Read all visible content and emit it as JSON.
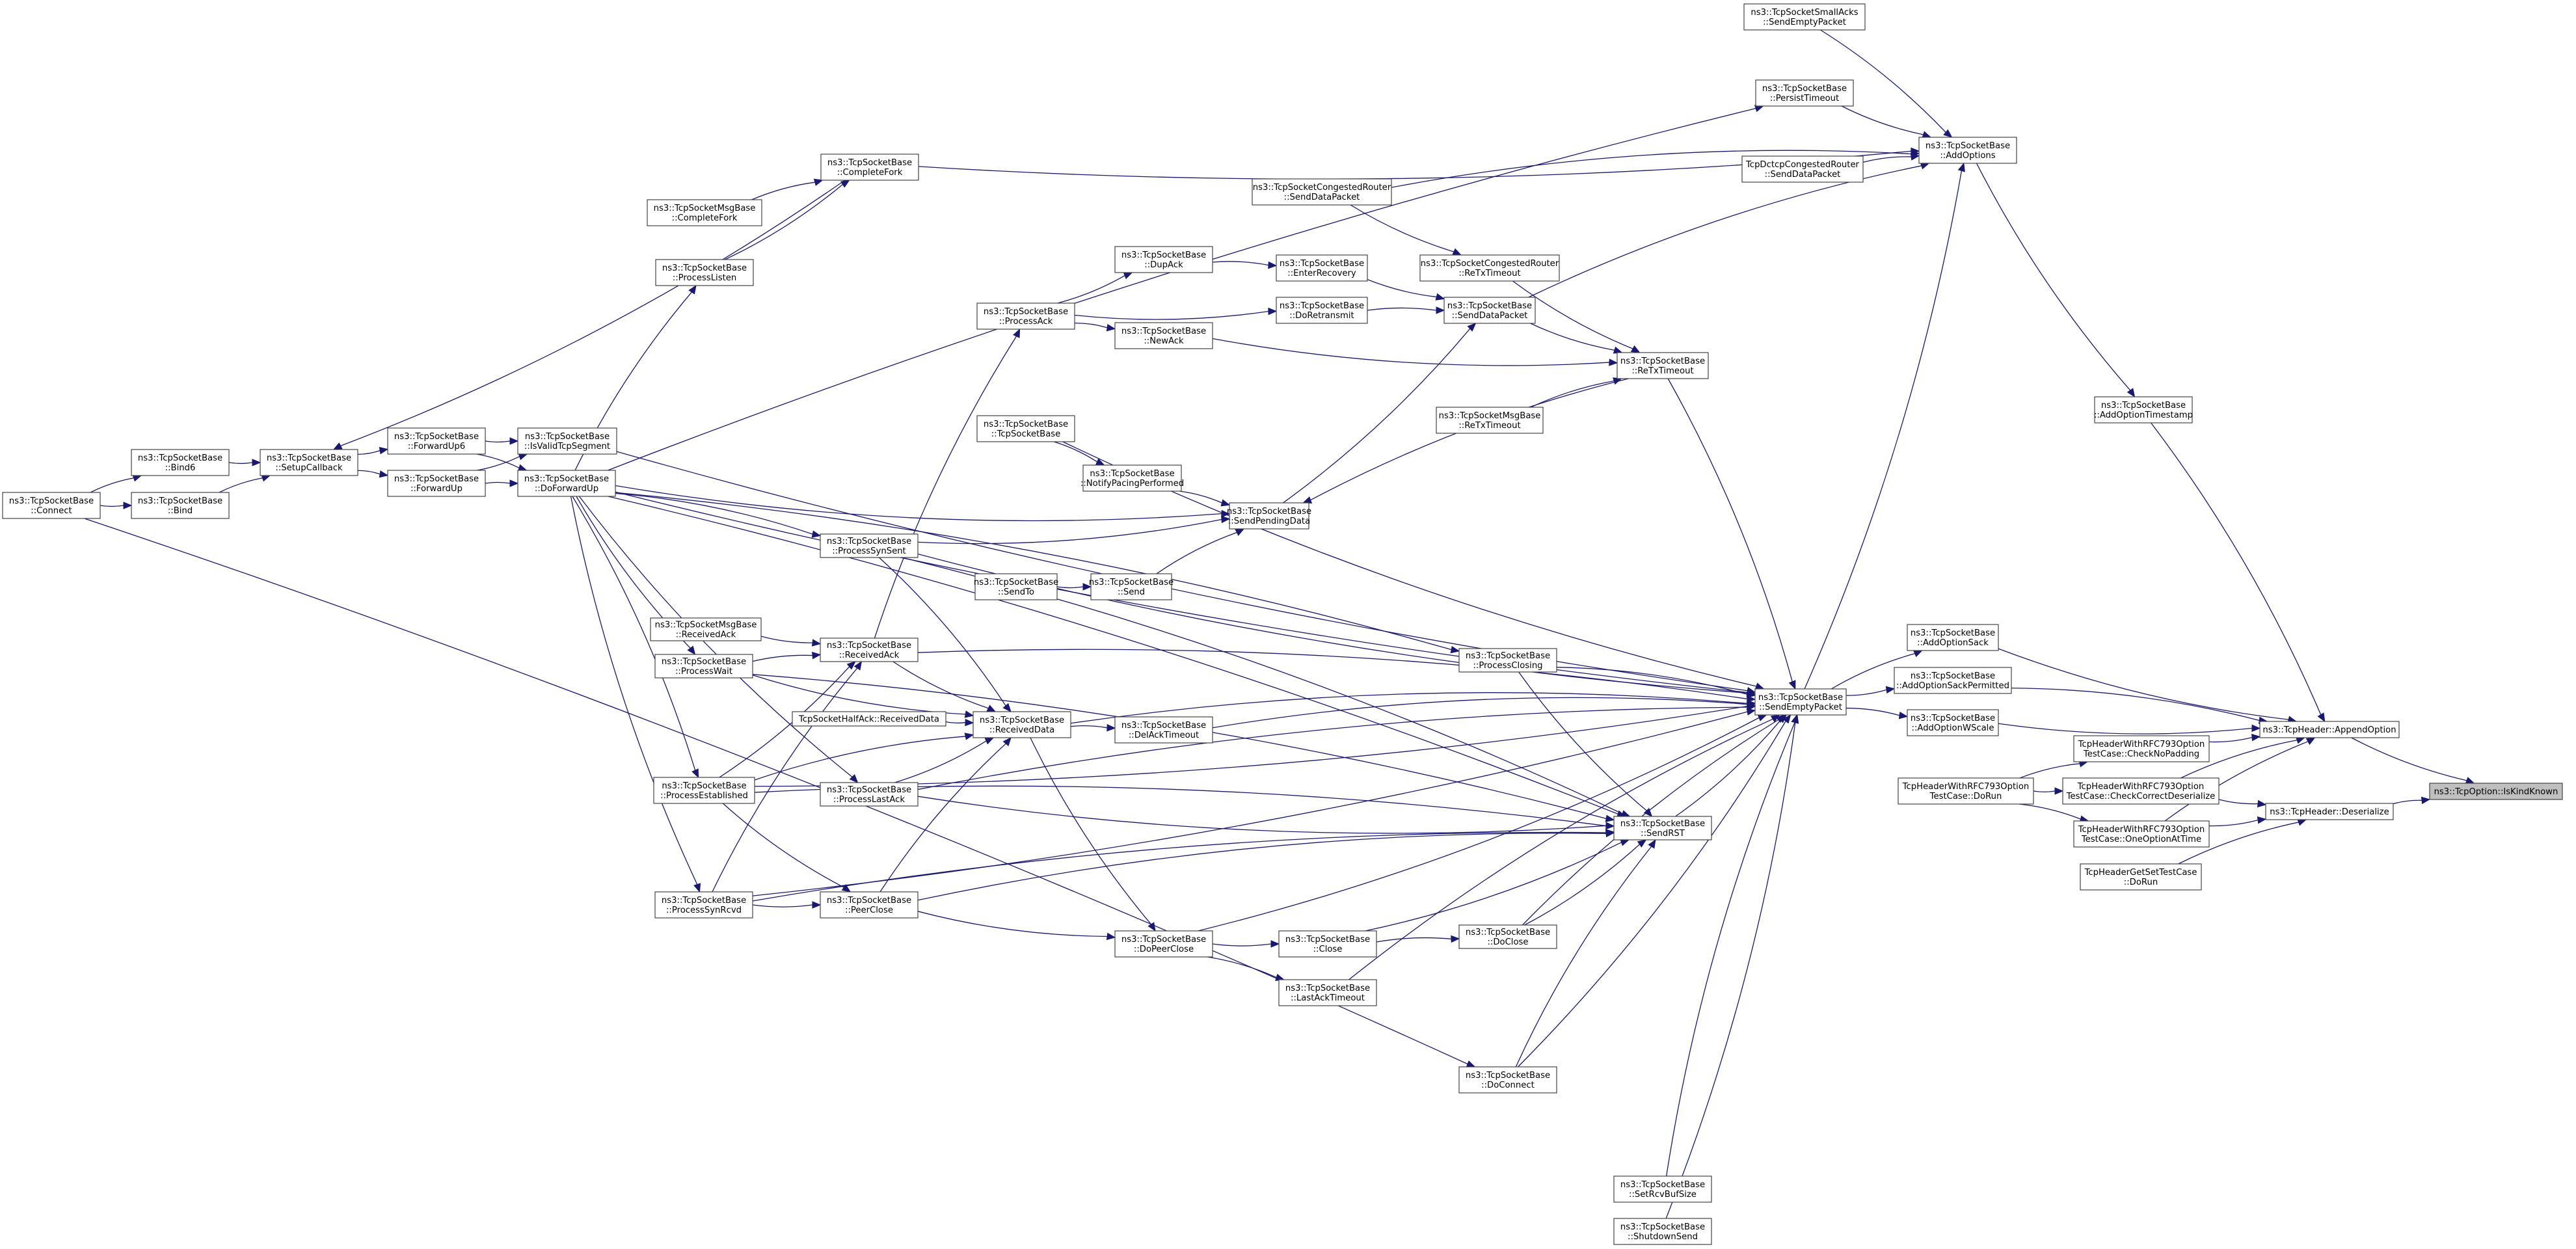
{
  "title": "Caller graph of ns3::TcpOption::IsKindKnown",
  "colors": {
    "edge": "#191970",
    "node_border": "#444444",
    "root_fill": "#bfbfbf",
    "node_fill": "#ffffff"
  },
  "root": "isKindKnown",
  "nodes": [
    {
      "id": "connect",
      "lines": [
        "ns3::TcpSocketBase",
        "::Connect"
      ]
    },
    {
      "id": "bind6",
      "lines": [
        "ns3::TcpSocketBase",
        "::Bind6"
      ]
    },
    {
      "id": "bind",
      "lines": [
        "ns3::TcpSocketBase",
        "::Bind"
      ]
    },
    {
      "id": "setupCallback",
      "lines": [
        "ns3::TcpSocketBase",
        "::SetupCallback"
      ]
    },
    {
      "id": "forwardUp6",
      "lines": [
        "ns3::TcpSocketBase",
        "::ForwardUp6"
      ]
    },
    {
      "id": "forwardUp",
      "lines": [
        "ns3::TcpSocketBase",
        "::ForwardUp"
      ]
    },
    {
      "id": "isValidTcpSegment",
      "lines": [
        "ns3::TcpSocketBase",
        "::IsValidTcpSegment"
      ]
    },
    {
      "id": "doForwardUp",
      "lines": [
        "ns3::TcpSocketBase",
        "::DoForwardUp"
      ]
    },
    {
      "id": "msgCompleteFork",
      "lines": [
        "ns3::TcpSocketMsgBase",
        "::CompleteFork"
      ]
    },
    {
      "id": "processListen",
      "lines": [
        "ns3::TcpSocketBase",
        "::ProcessListen"
      ]
    },
    {
      "id": "completeFork",
      "lines": [
        "ns3::TcpSocketBase",
        "::CompleteFork"
      ]
    },
    {
      "id": "msgReceivedAck",
      "lines": [
        "ns3::TcpSocketMsgBase",
        "::ReceivedAck"
      ]
    },
    {
      "id": "processWait",
      "lines": [
        "ns3::TcpSocketBase",
        "::ProcessWait"
      ]
    },
    {
      "id": "processEstablished",
      "lines": [
        "ns3::TcpSocketBase",
        "::ProcessEstablished"
      ]
    },
    {
      "id": "processSynRcvd",
      "lines": [
        "ns3::TcpSocketBase",
        "::ProcessSynRcvd"
      ]
    },
    {
      "id": "processSynSent",
      "lines": [
        "ns3::TcpSocketBase",
        "::ProcessSynSent"
      ]
    },
    {
      "id": "receivedAck",
      "lines": [
        "ns3::TcpSocketBase",
        "::ReceivedAck"
      ]
    },
    {
      "id": "halfAckReceivedData",
      "lines": [
        "TcpSocketHalfAck::ReceivedData"
      ]
    },
    {
      "id": "receivedData",
      "lines": [
        "ns3::TcpSocketBase",
        "::ReceivedData"
      ]
    },
    {
      "id": "processLastAck",
      "lines": [
        "ns3::TcpSocketBase",
        "::ProcessLastAck"
      ]
    },
    {
      "id": "peerClose",
      "lines": [
        "ns3::TcpSocketBase",
        "::PeerClose"
      ]
    },
    {
      "id": "processAck",
      "lines": [
        "ns3::TcpSocketBase",
        "::ProcessAck"
      ]
    },
    {
      "id": "tcpSocketBaseCtor",
      "lines": [
        "ns3::TcpSocketBase",
        "::TcpSocketBase"
      ]
    },
    {
      "id": "sendTo",
      "lines": [
        "ns3::TcpSocketBase",
        "::SendTo"
      ]
    },
    {
      "id": "dupAck",
      "lines": [
        "ns3::TcpSocketBase",
        "::DupAck"
      ]
    },
    {
      "id": "newAck",
      "lines": [
        "ns3::TcpSocketBase",
        "::NewAck"
      ]
    },
    {
      "id": "notifyPacing",
      "lines": [
        "ns3::TcpSocketBase",
        "::NotifyPacingPerformed"
      ]
    },
    {
      "id": "send",
      "lines": [
        "ns3::TcpSocketBase",
        "::Send"
      ]
    },
    {
      "id": "delAckTimeout",
      "lines": [
        "ns3::TcpSocketBase",
        "::DelAckTimeout"
      ]
    },
    {
      "id": "doPeerClose",
      "lines": [
        "ns3::TcpSocketBase",
        "::DoPeerClose"
      ]
    },
    {
      "id": "congRouterSendData",
      "lines": [
        "ns3::TcpSocketCongestedRouter",
        "::SendDataPacket"
      ]
    },
    {
      "id": "enterRecovery",
      "lines": [
        "ns3::TcpSocketBase",
        "::EnterRecovery"
      ]
    },
    {
      "id": "doRetransmit",
      "lines": [
        "ns3::TcpSocketBase",
        "::DoRetransmit"
      ]
    },
    {
      "id": "sendPendingData",
      "lines": [
        "ns3::TcpSocketBase",
        "::SendPendingData"
      ]
    },
    {
      "id": "close",
      "lines": [
        "ns3::TcpSocketBase",
        "::Close"
      ]
    },
    {
      "id": "lastAckTimeout",
      "lines": [
        "ns3::TcpSocketBase",
        "::LastAckTimeout"
      ]
    },
    {
      "id": "congRouterReTx",
      "lines": [
        "ns3::TcpSocketCongestedRouter",
        "::ReTxTimeout"
      ]
    },
    {
      "id": "sendDataPacket",
      "lines": [
        "ns3::TcpSocketBase",
        "::SendDataPacket"
      ]
    },
    {
      "id": "msgReTxTimeout",
      "lines": [
        "ns3::TcpSocketMsgBase",
        "::ReTxTimeout"
      ]
    },
    {
      "id": "processClosing",
      "lines": [
        "ns3::TcpSocketBase",
        "::ProcessClosing"
      ]
    },
    {
      "id": "doClose",
      "lines": [
        "ns3::TcpSocketBase",
        "::DoClose"
      ]
    },
    {
      "id": "doConnect",
      "lines": [
        "ns3::TcpSocketBase",
        "::DoConnect"
      ]
    },
    {
      "id": "reTxTimeout",
      "lines": [
        "ns3::TcpSocketBase",
        "::ReTxTimeout"
      ]
    },
    {
      "id": "sendRST",
      "lines": [
        "ns3::TcpSocketBase",
        "::SendRST"
      ]
    },
    {
      "id": "setRcvBufSize",
      "lines": [
        "ns3::TcpSocketBase",
        "::SetRcvBufSize"
      ]
    },
    {
      "id": "shutdownSend",
      "lines": [
        "ns3::TcpSocketBase",
        "::ShutdownSend"
      ]
    },
    {
      "id": "smallAcksSendEmpty",
      "lines": [
        "ns3::TcpSocketSmallAcks",
        "::SendEmptyPacket"
      ]
    },
    {
      "id": "persistTimeout",
      "lines": [
        "ns3::TcpSocketBase",
        "::PersistTimeout"
      ]
    },
    {
      "id": "dctcpSendData",
      "lines": [
        "TcpDctcpCongestedRouter",
        "::SendDataPacket"
      ]
    },
    {
      "id": "addOptions",
      "lines": [
        "ns3::TcpSocketBase",
        "::AddOptions"
      ]
    },
    {
      "id": "sendEmptyPacket",
      "lines": [
        "ns3::TcpSocketBase",
        "::SendEmptyPacket"
      ]
    },
    {
      "id": "addOptionTimestamp",
      "lines": [
        "ns3::TcpSocketBase",
        "::AddOptionTimestamp"
      ]
    },
    {
      "id": "addOptionSack",
      "lines": [
        "ns3::TcpSocketBase",
        "::AddOptionSack"
      ]
    },
    {
      "id": "addOptionSackPermitted",
      "lines": [
        "ns3::TcpSocketBase",
        "::AddOptionSackPermitted"
      ]
    },
    {
      "id": "addOptionWScale",
      "lines": [
        "ns3::TcpSocketBase",
        "::AddOptionWScale"
      ]
    },
    {
      "id": "rfcDoRun",
      "lines": [
        "TcpHeaderWithRFC793Option",
        "TestCase::DoRun"
      ]
    },
    {
      "id": "rfcCheckNoPadding",
      "lines": [
        "TcpHeaderWithRFC793Option",
        "TestCase::CheckNoPadding"
      ]
    },
    {
      "id": "rfcCheckCorrectDeserialize",
      "lines": [
        "TcpHeaderWithRFC793Option",
        "TestCase::CheckCorrectDeserialize"
      ]
    },
    {
      "id": "rfcOneOptionAtTime",
      "lines": [
        "TcpHeaderWithRFC793Option",
        "TestCase::OneOptionAtTime"
      ]
    },
    {
      "id": "getSetDoRun",
      "lines": [
        "TcpHeaderGetSetTestCase",
        "::DoRun"
      ]
    },
    {
      "id": "appendOption",
      "lines": [
        "ns3::TcpHeader::AppendOption"
      ]
    },
    {
      "id": "deserialize",
      "lines": [
        "ns3::TcpHeader::Deserialize"
      ]
    },
    {
      "id": "isKindKnown",
      "lines": [
        "ns3::TcpOption::IsKindKnown"
      ]
    }
  ],
  "edges": [
    [
      "connect",
      "bind6"
    ],
    [
      "connect",
      "bind"
    ],
    [
      "connect",
      "doConnect"
    ],
    [
      "bind6",
      "setupCallback"
    ],
    [
      "bind",
      "setupCallback"
    ],
    [
      "setupCallback",
      "forwardUp6"
    ],
    [
      "setupCallback",
      "forwardUp"
    ],
    [
      "forwardUp6",
      "isValidTcpSegment"
    ],
    [
      "forwardUp6",
      "doForwardUp"
    ],
    [
      "forwardUp",
      "isValidTcpSegment"
    ],
    [
      "forwardUp",
      "doForwardUp"
    ],
    [
      "isValidTcpSegment",
      "sendEmptyPacket"
    ],
    [
      "completeFork",
      "setupCallback"
    ],
    [
      "completeFork",
      "addOptions"
    ],
    [
      "msgCompleteFork",
      "completeFork"
    ],
    [
      "processListen",
      "completeFork"
    ],
    [
      "doForwardUp",
      "processListen"
    ],
    [
      "doForwardUp",
      "processWait"
    ],
    [
      "doForwardUp",
      "processEstablished"
    ],
    [
      "doForwardUp",
      "processSynRcvd"
    ],
    [
      "doForwardUp",
      "processSynSent"
    ],
    [
      "doForwardUp",
      "processLastAck"
    ],
    [
      "doForwardUp",
      "processClosing"
    ],
    [
      "doForwardUp",
      "sendPendingData"
    ],
    [
      "doForwardUp",
      "sendRST"
    ],
    [
      "doForwardUp",
      "sendEmptyPacket"
    ],
    [
      "doForwardUp",
      "persistTimeout"
    ],
    [
      "msgReceivedAck",
      "receivedAck"
    ],
    [
      "processWait",
      "receivedAck"
    ],
    [
      "processWait",
      "receivedData"
    ],
    [
      "processWait",
      "sendRST"
    ],
    [
      "processEstablished",
      "receivedAck"
    ],
    [
      "processEstablished",
      "receivedData"
    ],
    [
      "processEstablished",
      "peerClose"
    ],
    [
      "processEstablished",
      "sendRST"
    ],
    [
      "processEstablished",
      "sendEmptyPacket"
    ],
    [
      "processSynRcvd",
      "receivedAck"
    ],
    [
      "processSynRcvd",
      "peerClose"
    ],
    [
      "processSynRcvd",
      "sendRST"
    ],
    [
      "processSynRcvd",
      "sendEmptyPacket"
    ],
    [
      "processSynSent",
      "receivedData"
    ],
    [
      "processSynSent",
      "sendPendingData"
    ],
    [
      "processSynSent",
      "sendRST"
    ],
    [
      "processSynSent",
      "sendEmptyPacket"
    ],
    [
      "receivedAck",
      "processAck"
    ],
    [
      "receivedAck",
      "receivedData"
    ],
    [
      "receivedAck",
      "sendEmptyPacket"
    ],
    [
      "halfAckReceivedData",
      "receivedData"
    ],
    [
      "receivedData",
      "delAckTimeout"
    ],
    [
      "receivedData",
      "doPeerClose"
    ],
    [
      "receivedData",
      "sendEmptyPacket"
    ],
    [
      "processLastAck",
      "receivedData"
    ],
    [
      "processLastAck",
      "sendEmptyPacket"
    ],
    [
      "processLastAck",
      "sendRST"
    ],
    [
      "peerClose",
      "receivedData"
    ],
    [
      "peerClose",
      "doPeerClose"
    ],
    [
      "peerClose",
      "sendRST"
    ],
    [
      "processAck",
      "dupAck"
    ],
    [
      "processAck",
      "newAck"
    ],
    [
      "processAck",
      "doRetransmit"
    ],
    [
      "dupAck",
      "enterRecovery"
    ],
    [
      "enterRecovery",
      "sendDataPacket"
    ],
    [
      "doRetransmit",
      "sendDataPacket"
    ],
    [
      "newAck",
      "reTxTimeout"
    ],
    [
      "tcpSocketBaseCtor",
      "notifyPacing"
    ],
    [
      "tcpSocketBaseCtor",
      "sendEmptyPacket"
    ],
    [
      "notifyPacing",
      "sendPendingData"
    ],
    [
      "sendTo",
      "send"
    ],
    [
      "send",
      "sendPendingData"
    ],
    [
      "sendPendingData",
      "sendDataPacket"
    ],
    [
      "delAckTimeout",
      "sendEmptyPacket"
    ],
    [
      "doPeerClose",
      "close"
    ],
    [
      "doPeerClose",
      "lastAckTimeout"
    ],
    [
      "doPeerClose",
      "sendEmptyPacket"
    ],
    [
      "close",
      "doClose"
    ],
    [
      "close",
      "sendRST"
    ],
    [
      "lastAckTimeout",
      "sendEmptyPacket"
    ],
    [
      "doClose",
      "sendRST"
    ],
    [
      "doClose",
      "sendEmptyPacket"
    ],
    [
      "doConnect",
      "sendEmptyPacket"
    ],
    [
      "doConnect",
      "sendRST"
    ],
    [
      "processClosing",
      "sendRST"
    ],
    [
      "processClosing",
      "sendEmptyPacket"
    ],
    [
      "congRouterSendData",
      "congRouterReTx"
    ],
    [
      "congRouterSendData",
      "addOptions"
    ],
    [
      "congRouterReTx",
      "reTxTimeout"
    ],
    [
      "sendDataPacket",
      "addOptions"
    ],
    [
      "sendDataPacket",
      "reTxTimeout"
    ],
    [
      "msgReTxTimeout",
      "reTxTimeout"
    ],
    [
      "reTxTimeout",
      "sendPendingData"
    ],
    [
      "reTxTimeout",
      "sendEmptyPacket"
    ],
    [
      "sendRST",
      "sendEmptyPacket"
    ],
    [
      "setRcvBufSize",
      "sendEmptyPacket"
    ],
    [
      "shutdownSend",
      "sendEmptyPacket"
    ],
    [
      "smallAcksSendEmpty",
      "addOptions"
    ],
    [
      "persistTimeout",
      "addOptions"
    ],
    [
      "dctcpSendData",
      "addOptions"
    ],
    [
      "sendEmptyPacket",
      "addOptions"
    ],
    [
      "sendEmptyPacket",
      "addOptionSack"
    ],
    [
      "sendEmptyPacket",
      "addOptionSackPermitted"
    ],
    [
      "sendEmptyPacket",
      "addOptionWScale"
    ],
    [
      "addOptions",
      "addOptionTimestamp"
    ],
    [
      "addOptionTimestamp",
      "appendOption"
    ],
    [
      "addOptionSack",
      "appendOption"
    ],
    [
      "addOptionSackPermitted",
      "appendOption"
    ],
    [
      "addOptionWScale",
      "appendOption"
    ],
    [
      "rfcDoRun",
      "rfcCheckNoPadding"
    ],
    [
      "rfcDoRun",
      "rfcCheckCorrectDeserialize"
    ],
    [
      "rfcDoRun",
      "rfcOneOptionAtTime"
    ],
    [
      "rfcCheckNoPadding",
      "appendOption"
    ],
    [
      "rfcCheckCorrectDeserialize",
      "appendOption"
    ],
    [
      "rfcCheckCorrectDeserialize",
      "deserialize"
    ],
    [
      "rfcOneOptionAtTime",
      "appendOption"
    ],
    [
      "rfcOneOptionAtTime",
      "deserialize"
    ],
    [
      "getSetDoRun",
      "deserialize"
    ],
    [
      "appendOption",
      "isKindKnown"
    ],
    [
      "deserialize",
      "isKindKnown"
    ]
  ]
}
